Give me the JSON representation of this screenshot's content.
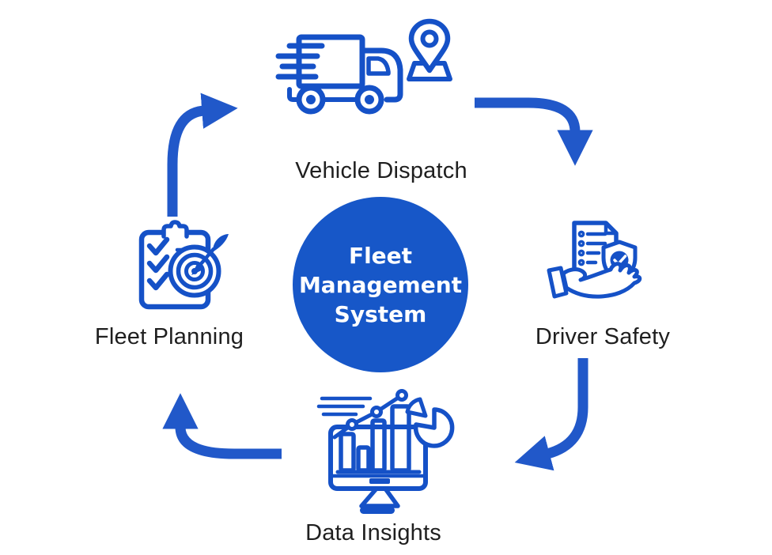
{
  "diagram": {
    "type": "cycle",
    "center": {
      "lines": [
        "Fleet",
        "Management",
        "System"
      ],
      "bg_color": "#1757c8",
      "text_color": "#ffffff"
    },
    "nodes": [
      {
        "label": "Vehicle Dispatch",
        "position": "top",
        "icon": "delivery-truck-with-location-pin"
      },
      {
        "label": "Driver Safety",
        "position": "right",
        "icon": "hand-holding-checklist-with-shield-check"
      },
      {
        "label": "Data Insights",
        "position": "bottom",
        "icon": "monitor-with-bar-chart-trend-line-and-pie"
      },
      {
        "label": "Fleet Planning",
        "position": "left",
        "icon": "clipboard-checklist-with-target-dart"
      }
    ],
    "arrows": [
      {
        "from": "Vehicle Dispatch",
        "to": "Driver Safety"
      },
      {
        "from": "Driver Safety",
        "to": "Data Insights"
      },
      {
        "from": "Data Insights",
        "to": "Fleet Planning"
      },
      {
        "from": "Fleet Planning",
        "to": "Vehicle Dispatch"
      }
    ],
    "colors": {
      "icon_blue": "#1551c7",
      "arrow_blue": "#2158c9",
      "circle_blue": "#1757c8",
      "label_text": "#1f1f1f",
      "background": "#ffffff"
    }
  }
}
